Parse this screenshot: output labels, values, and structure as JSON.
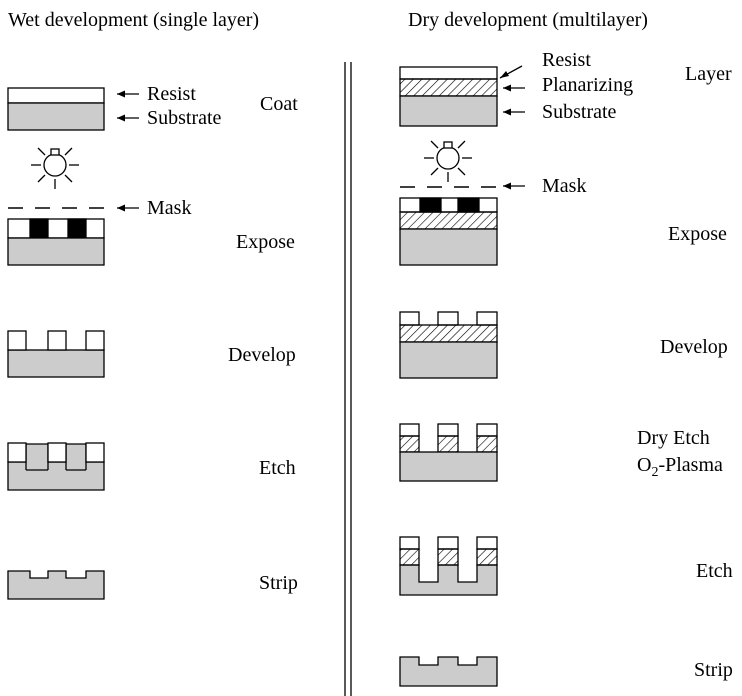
{
  "headers": {
    "wet": "Wet development (single layer)",
    "dry": "Dry development (multilayer)"
  },
  "wet": {
    "resist_label": "Resist",
    "substrate_label": "Substrate",
    "mask_label": "Mask",
    "steps": {
      "coat": "Coat",
      "expose": "Expose",
      "develop": "Develop",
      "etch": "Etch",
      "strip": "Strip"
    }
  },
  "dry": {
    "resist_label": "Resist",
    "planarizing_label": "Planarizing",
    "layer_label": "Layer",
    "substrate_label": "Substrate",
    "mask_label": "Mask",
    "steps": {
      "expose": "Expose",
      "develop": "Develop",
      "dry_etch": "Dry Etch",
      "o2_plasma_prefix": "O",
      "o2_plasma_sub": "2",
      "o2_plasma_suffix": "-Plasma",
      "etch": "Etch",
      "strip": "Strip"
    }
  },
  "colors": {
    "substrate": "#cccccc",
    "resist": "#ffffff",
    "mask_opaque": "#000000",
    "outline": "#000000"
  },
  "icons": [
    "light-bulb-icon",
    "arrow-left-icon",
    "hatch-pattern"
  ]
}
